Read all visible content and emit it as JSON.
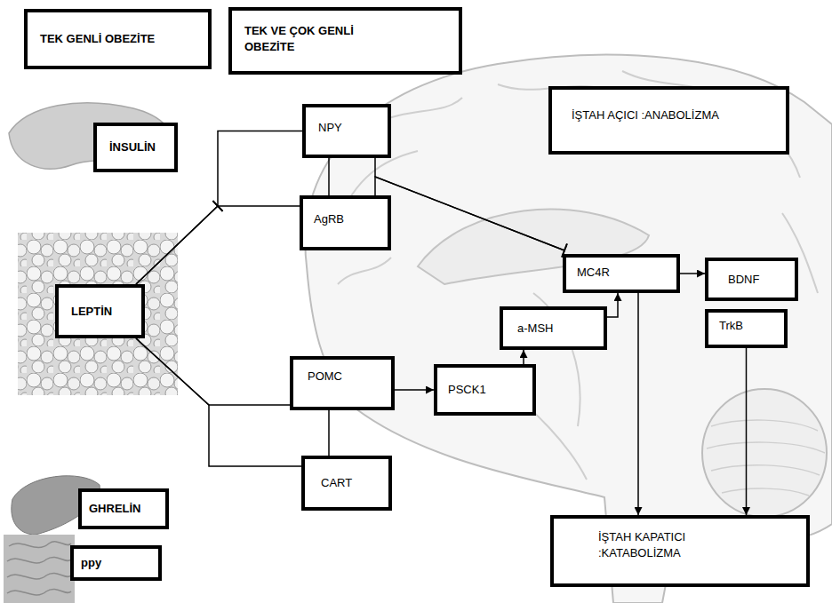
{
  "diagram": {
    "nodes": [
      {
        "text": [
          "TEK GENLİ OBEZİTE"
        ]
      },
      {
        "text": [
          "TEK VE ÇOK GENLİ OBEZİTE"
        ]
      },
      {
        "text": [
          "İNSULİN"
        ]
      },
      {
        "text": [
          "NPY"
        ]
      },
      {
        "text": [
          "AgRB"
        ]
      },
      {
        "text": [
          "İŞTAH AÇICI :ANABOLİZMA"
        ]
      },
      {
        "text": [
          "LEPTİN"
        ]
      },
      {
        "text": [
          "MC4R"
        ]
      },
      {
        "text": [
          "BDNF"
        ]
      },
      {
        "text": [
          "TrkB"
        ]
      },
      {
        "text": [
          "a-MSH"
        ]
      },
      {
        "text": [
          "POMC"
        ]
      },
      {
        "text": [
          "PSCK1"
        ]
      },
      {
        "text": [
          "CART"
        ]
      },
      {
        "text": [
          "GHRELİN"
        ]
      },
      {
        "text": [
          "ppy"
        ]
      },
      {
        "text": [
          "İŞTAH KAPATICI :KATABOLİZMA"
        ]
      }
    ],
    "edges": [
      {
        "from": 6,
        "to": 3,
        "arrow": "to"
      },
      {
        "from": 6,
        "to": 4,
        "arrow": "to"
      },
      {
        "from": 3,
        "to": 4,
        "arrow": "none"
      },
      {
        "from": 3,
        "to": 7,
        "arrow": "to"
      },
      {
        "from": 4,
        "to": 7,
        "arrow": "to"
      },
      {
        "from": 6,
        "to": 11,
        "arrow": "none"
      },
      {
        "from": 6,
        "to": 13,
        "arrow": "none"
      },
      {
        "from": 11,
        "to": 13,
        "arrow": "none"
      },
      {
        "from": 11,
        "to": 12,
        "arrow": "to"
      },
      {
        "from": 12,
        "to": 10,
        "arrow": "to"
      },
      {
        "from": 10,
        "to": 7,
        "arrow": "to"
      },
      {
        "from": 7,
        "to": 8,
        "arrow": "to"
      },
      {
        "from": 7,
        "to": 16,
        "arrow": "to"
      },
      {
        "from": 9,
        "to": 16,
        "arrow": "to"
      }
    ]
  }
}
